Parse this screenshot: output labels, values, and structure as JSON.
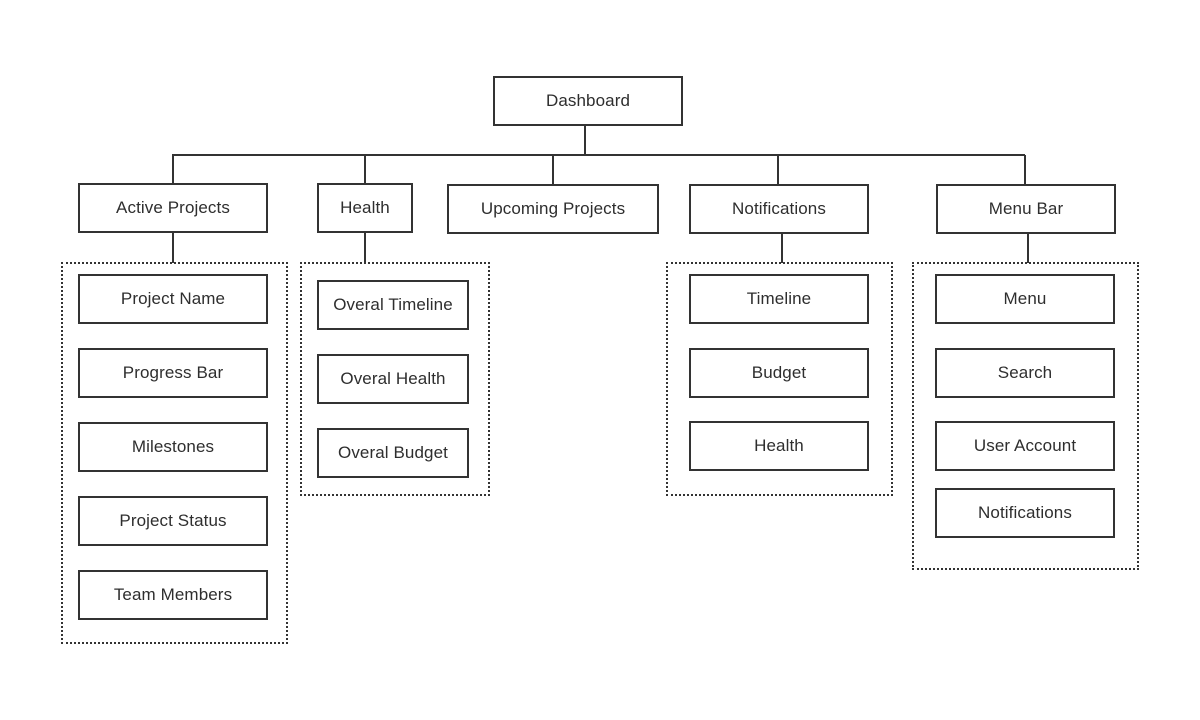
{
  "diagram": {
    "root": {
      "label": "Dashboard"
    },
    "branches": [
      {
        "label": "Active Projects",
        "children": [
          "Project Name",
          "Progress Bar",
          "Milestones",
          "Project Status",
          "Team Members"
        ]
      },
      {
        "label": "Health",
        "children": [
          "Overal Timeline",
          "Overal Health",
          "Overal Budget"
        ]
      },
      {
        "label": "Upcoming Projects",
        "children": []
      },
      {
        "label": "Notifications",
        "children": [
          "Timeline",
          "Budget",
          "Health"
        ]
      },
      {
        "label": "Menu Bar",
        "children": [
          "Menu",
          "Search",
          "User Account",
          "Notifications"
        ]
      }
    ]
  },
  "colors": {
    "stroke": "#333333",
    "text": "#2e2e2e",
    "background": "#ffffff"
  }
}
